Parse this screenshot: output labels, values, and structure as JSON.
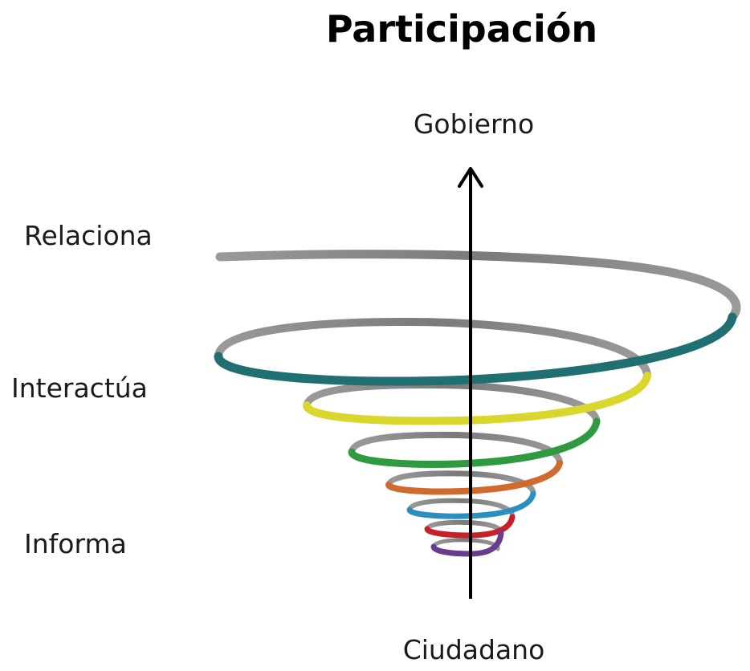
{
  "title": "Participación",
  "axis": {
    "top_label": "Gobierno",
    "bottom_label": "Ciudadano"
  },
  "levels": {
    "relaciona": "Relaciona",
    "interactua": "Interactúa",
    "informa": "Informa"
  },
  "spiral": {
    "ring_colors_top_to_bottom": [
      "#1f6f73",
      "#d9d72e",
      "#2f9a3f",
      "#d06a2f",
      "#2a8fbf",
      "#c8202a",
      "#6a3c8c"
    ],
    "back_color": "#8c8c8c"
  }
}
